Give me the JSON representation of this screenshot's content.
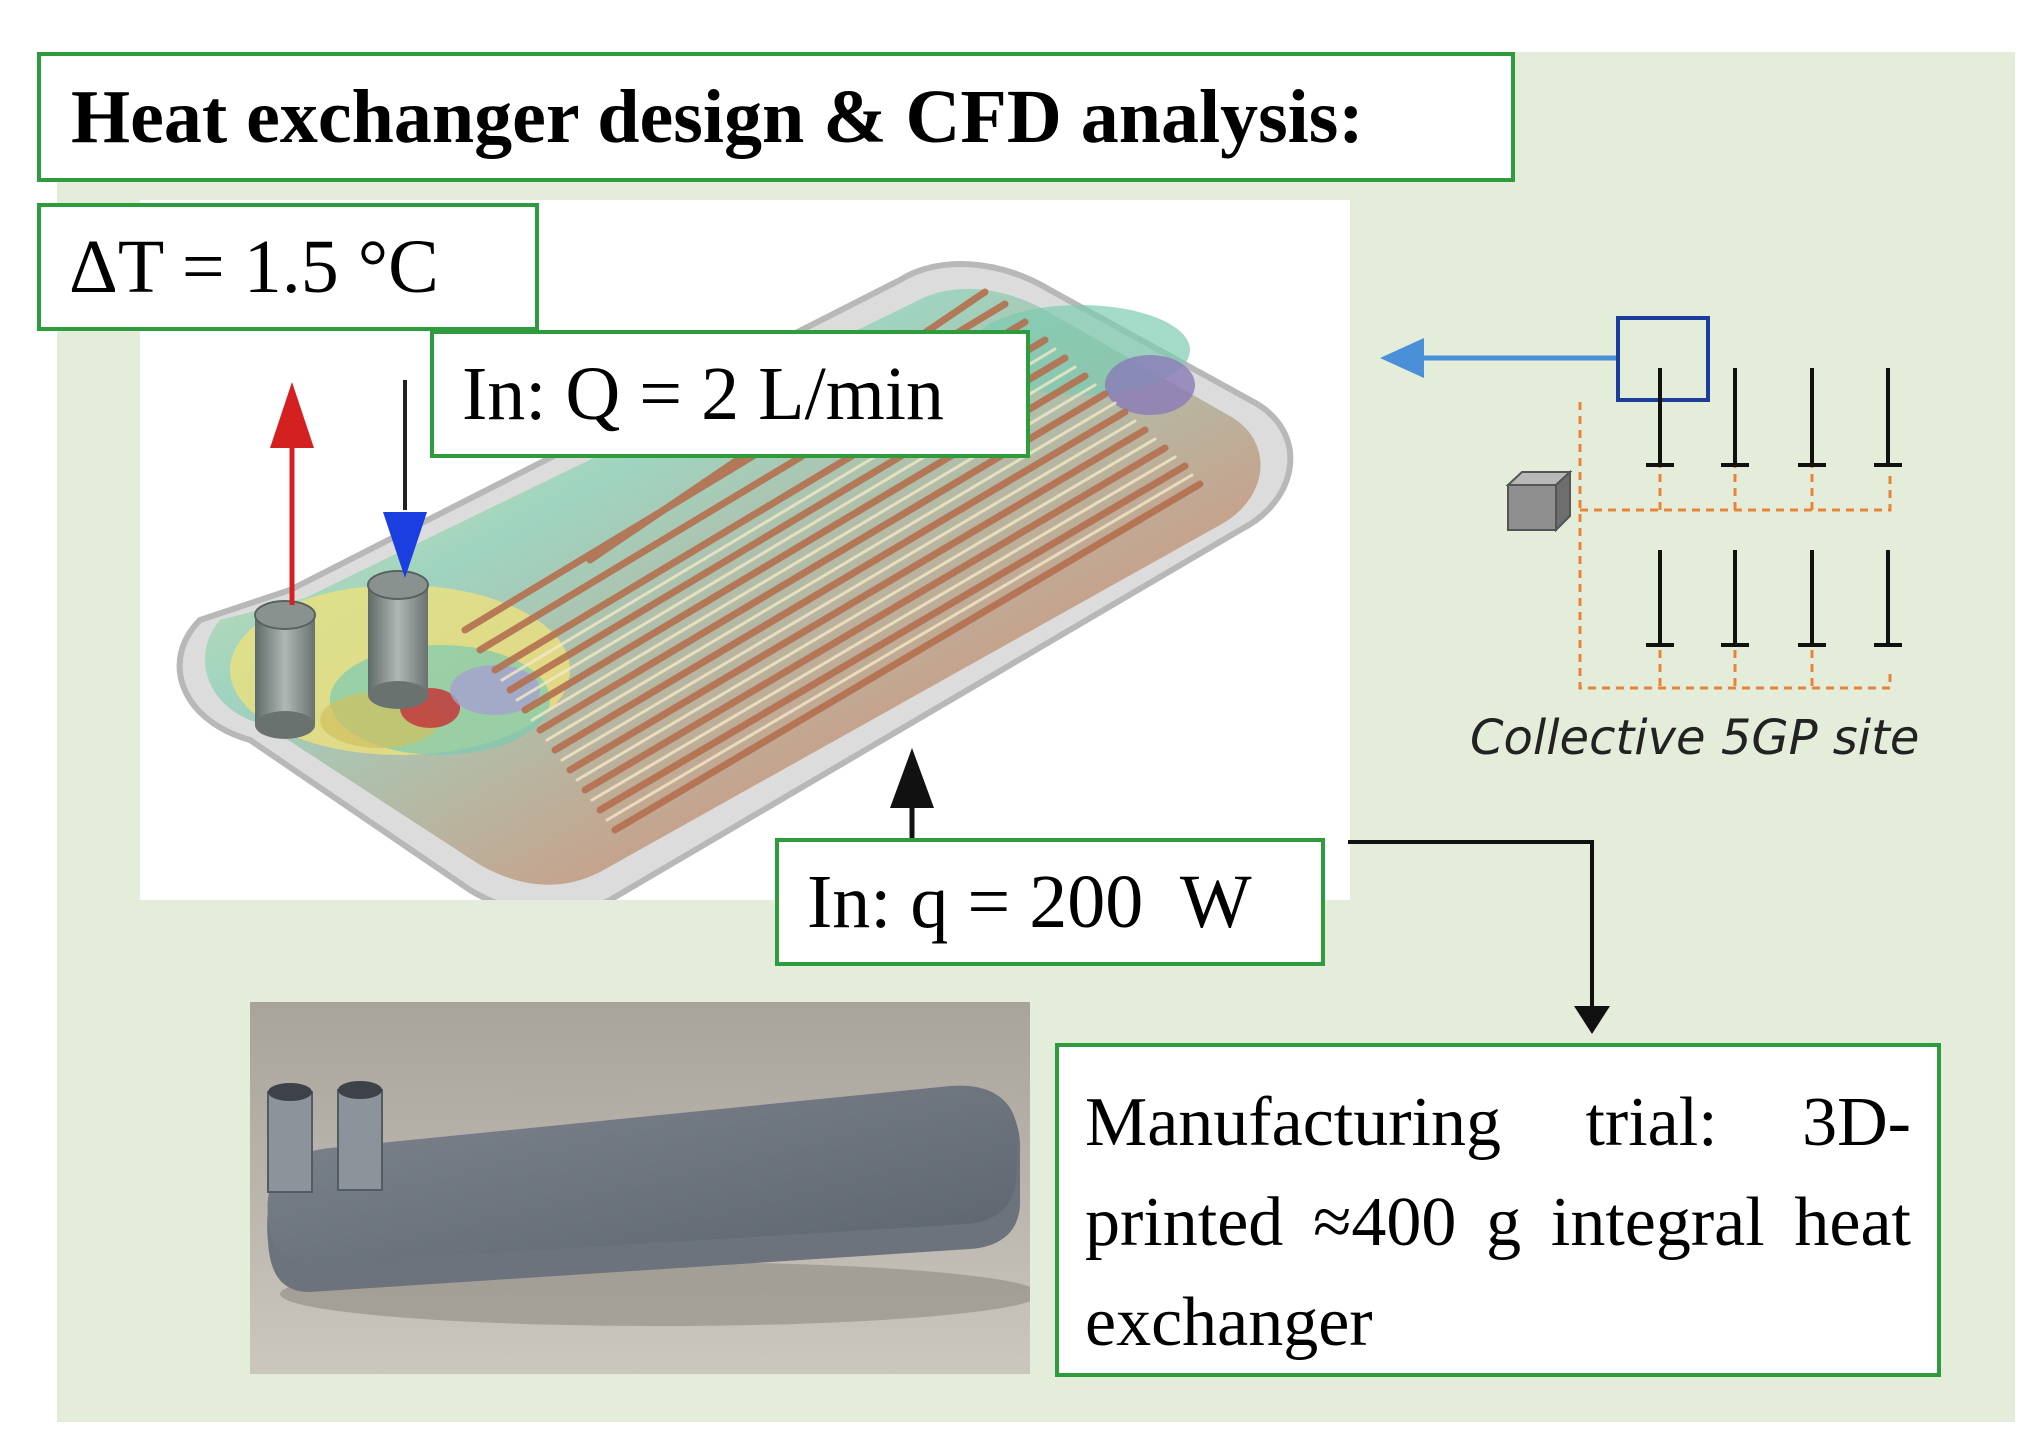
{
  "title": "Heat exchanger design & CFD analysis:",
  "delta_t": "ΔT = 1.5 °C",
  "flow_in": "In: Q = 2 L/min",
  "heat_in": "In: q = 200  W",
  "manufacturing": "Manufacturing trial: 3D-printed ≈400 g integral heat exchanger",
  "site_label": "Collective 5GP site",
  "colors": {
    "box_border": "#2e9b3c",
    "panel_bg": "#e3edd9",
    "outlet_arrow": "#d42020",
    "inlet_arrow": "#1a3ee0",
    "site_pointer": "#4a90d9",
    "cable": "#e8833a"
  }
}
